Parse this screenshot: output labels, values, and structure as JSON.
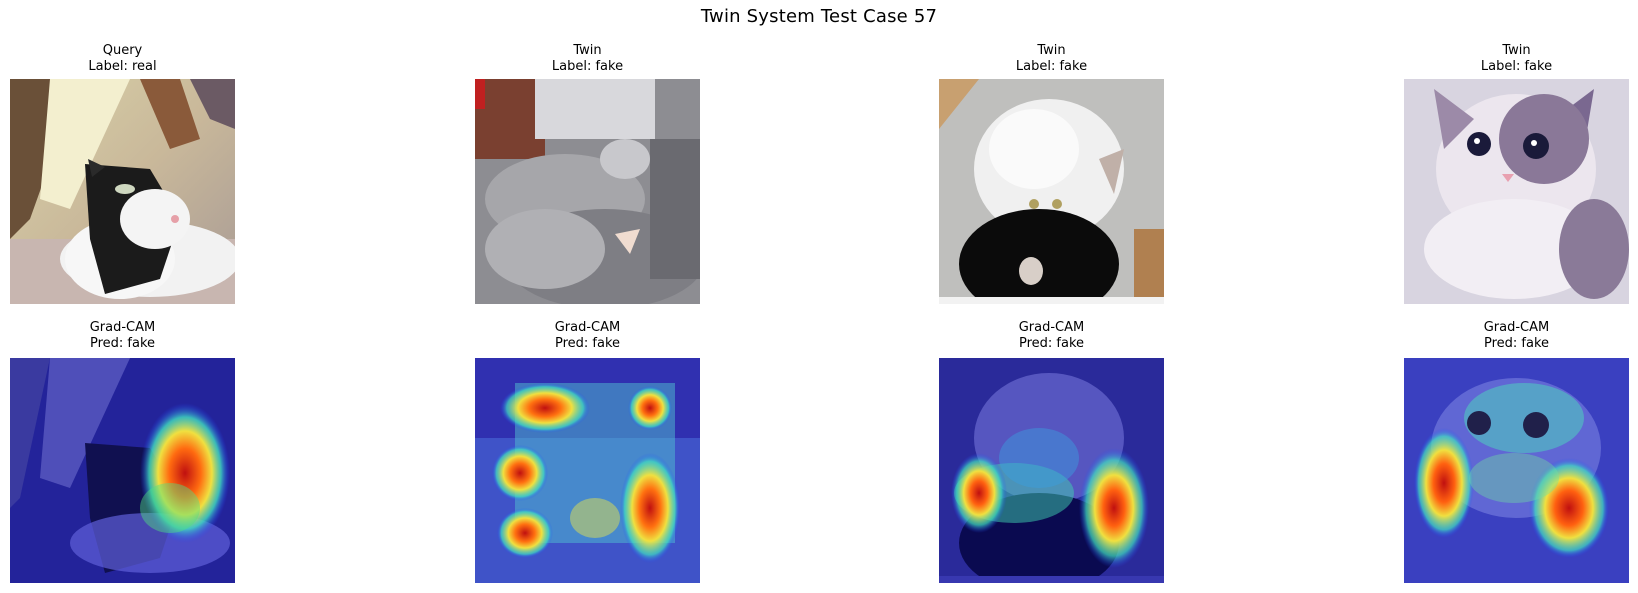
{
  "figure": {
    "title": "Twin System Test Case 57"
  },
  "top_row": [
    {
      "title": "Query",
      "label": "Label: real",
      "image": "cat-photo-black-white-lying"
    },
    {
      "title": "Twin",
      "label": "Label: fake",
      "image": "grey-cat-blurry"
    },
    {
      "title": "Twin",
      "label": "Label: fake",
      "image": "white-fluffy-cat-black-bowl"
    },
    {
      "title": "Twin",
      "label": "Label: fake",
      "image": "cartoonish-kitten-purple"
    }
  ],
  "bottom_row": [
    {
      "title": "Grad-CAM",
      "pred": "Pred: fake",
      "image": "gradcam-heatmap-overlay"
    },
    {
      "title": "Grad-CAM",
      "pred": "Pred: fake",
      "image": "gradcam-heatmap-overlay"
    },
    {
      "title": "Grad-CAM",
      "pred": "Pred: fake",
      "image": "gradcam-heatmap-overlay"
    },
    {
      "title": "Grad-CAM",
      "pred": "Pred: fake",
      "image": "gradcam-heatmap-overlay"
    }
  ],
  "colors": {
    "heatmap_low": "#1a1aa0",
    "heatmap_mid": "#2fd0c0",
    "heatmap_high": "#e01010"
  }
}
